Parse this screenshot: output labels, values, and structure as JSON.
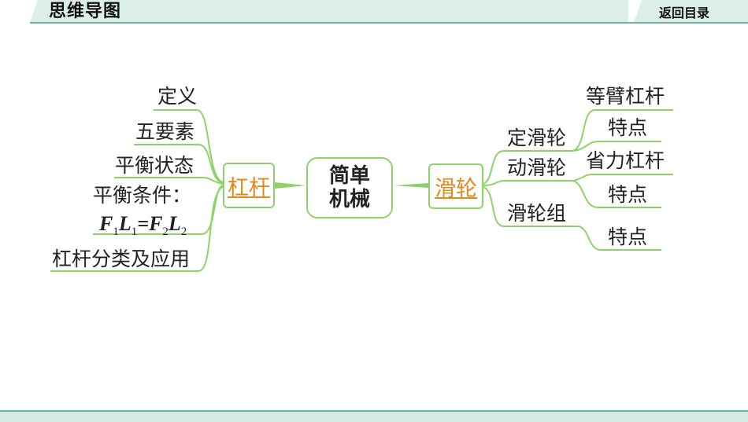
{
  "header": {
    "title": "思维导图",
    "back_label": "返回目录"
  },
  "mindmap": {
    "center": {
      "line1": "简单",
      "line2": "机械"
    },
    "left": {
      "label": "杠杆",
      "children": [
        "定义",
        "五要素",
        "平衡状态",
        "平衡条件：",
        "杠杆分类及应用"
      ],
      "formula": {
        "F1": "F",
        "s1": "1",
        "L1": "L",
        "s2": "1",
        "eq": "=",
        "F2": "F",
        "s3": "2",
        "L2": "L",
        "s4": "2"
      }
    },
    "right": {
      "label": "滑轮",
      "children": [
        {
          "label": "定滑轮",
          "details": [
            "等臂杠杆",
            "特点"
          ]
        },
        {
          "label": "动滑轮",
          "details": [
            "省力杠杆",
            "特点"
          ]
        },
        {
          "label": "滑轮组",
          "details": [
            "特点"
          ]
        }
      ]
    }
  },
  "colors": {
    "branch": "#8ed36a",
    "accent": "#e08a1e",
    "header_band": "#dcefe6",
    "header_line": "#6fb89a"
  }
}
